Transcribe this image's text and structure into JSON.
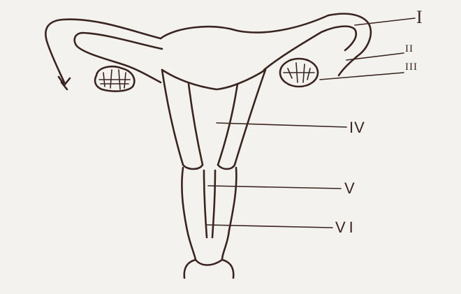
{
  "diagram": {
    "labels": {
      "l1": "I",
      "l2": "II",
      "l3": "III",
      "l4": "IV",
      "l5": "V",
      "l6": "VI"
    },
    "ink_color": "#3a2420",
    "paper_color": "#f4f2ee"
  }
}
